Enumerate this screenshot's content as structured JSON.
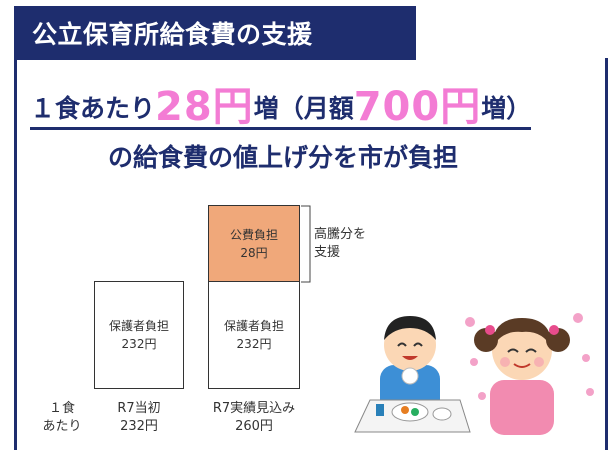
{
  "title": "公立保育所給食費の支援",
  "headline": {
    "prefix": "１食あたり",
    "amount1": "28円",
    "mid": "増（月額",
    "amount2": "700円",
    "suffix": "増）",
    "line2": "の給食費の値上げ分を市が負担"
  },
  "chart": {
    "left_box_label": "保護者負担",
    "left_box_value": "232円",
    "right_top_label": "公費負担",
    "right_top_value": "28円",
    "right_bottom_label": "保護者負担",
    "right_bottom_value": "232円",
    "annotation_line1": "高騰分を",
    "annotation_line2": "支援",
    "row_label_line1": "１食",
    "row_label_line2": "あたり",
    "col1_name": "R7当初",
    "col1_value": "232円",
    "col2_name": "R7実績見込み",
    "col2_value": "260円"
  },
  "colors": {
    "navy": "#1e2d6e",
    "pink": "#f37cd4",
    "orange": "#f0a87a"
  }
}
